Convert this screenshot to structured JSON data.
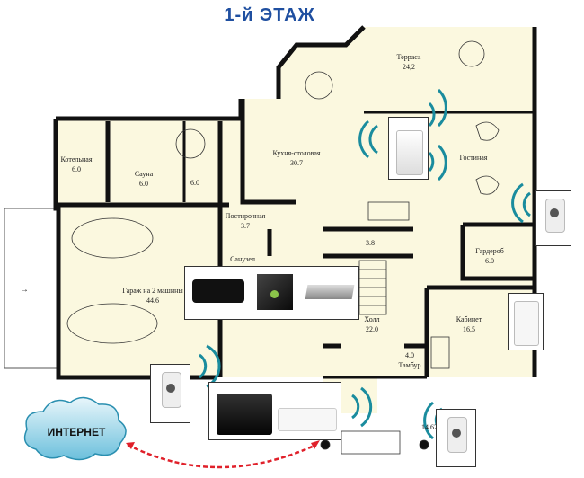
{
  "title": "1-й ЭТАЖ",
  "rooms": [
    {
      "name": "Котельная",
      "area": "6.0"
    },
    {
      "name": "Сауна",
      "area": "6.0"
    },
    {
      "name": "",
      "area": "6.0"
    },
    {
      "name": "Кухня-столовая",
      "area": "30.7"
    },
    {
      "name": "Постирочная",
      "area": "3.7"
    },
    {
      "name": "Санузел",
      "area": ""
    },
    {
      "name": "Гараж на 2 машины",
      "area": "44.6"
    },
    {
      "name": "Терраса",
      "area": "24,2"
    },
    {
      "name": "Гостиная",
      "area": ""
    },
    {
      "name": "",
      "area": "3.8"
    },
    {
      "name": "Гардероб",
      "area": "6.0"
    },
    {
      "name": "Холл",
      "area": "22.0"
    },
    {
      "name": "Кабинет",
      "area": "16,5"
    },
    {
      "name": "Тамбур",
      "area": "4.0"
    },
    {
      "name": "",
      "area": "14.62"
    }
  ],
  "internet_label": "ИНТЕРНЕТ",
  "colors": {
    "plan_fill": "#fbf8df",
    "wifi": "#1a8c9e",
    "title": "#1f4fa0",
    "link": "#e0202a"
  }
}
